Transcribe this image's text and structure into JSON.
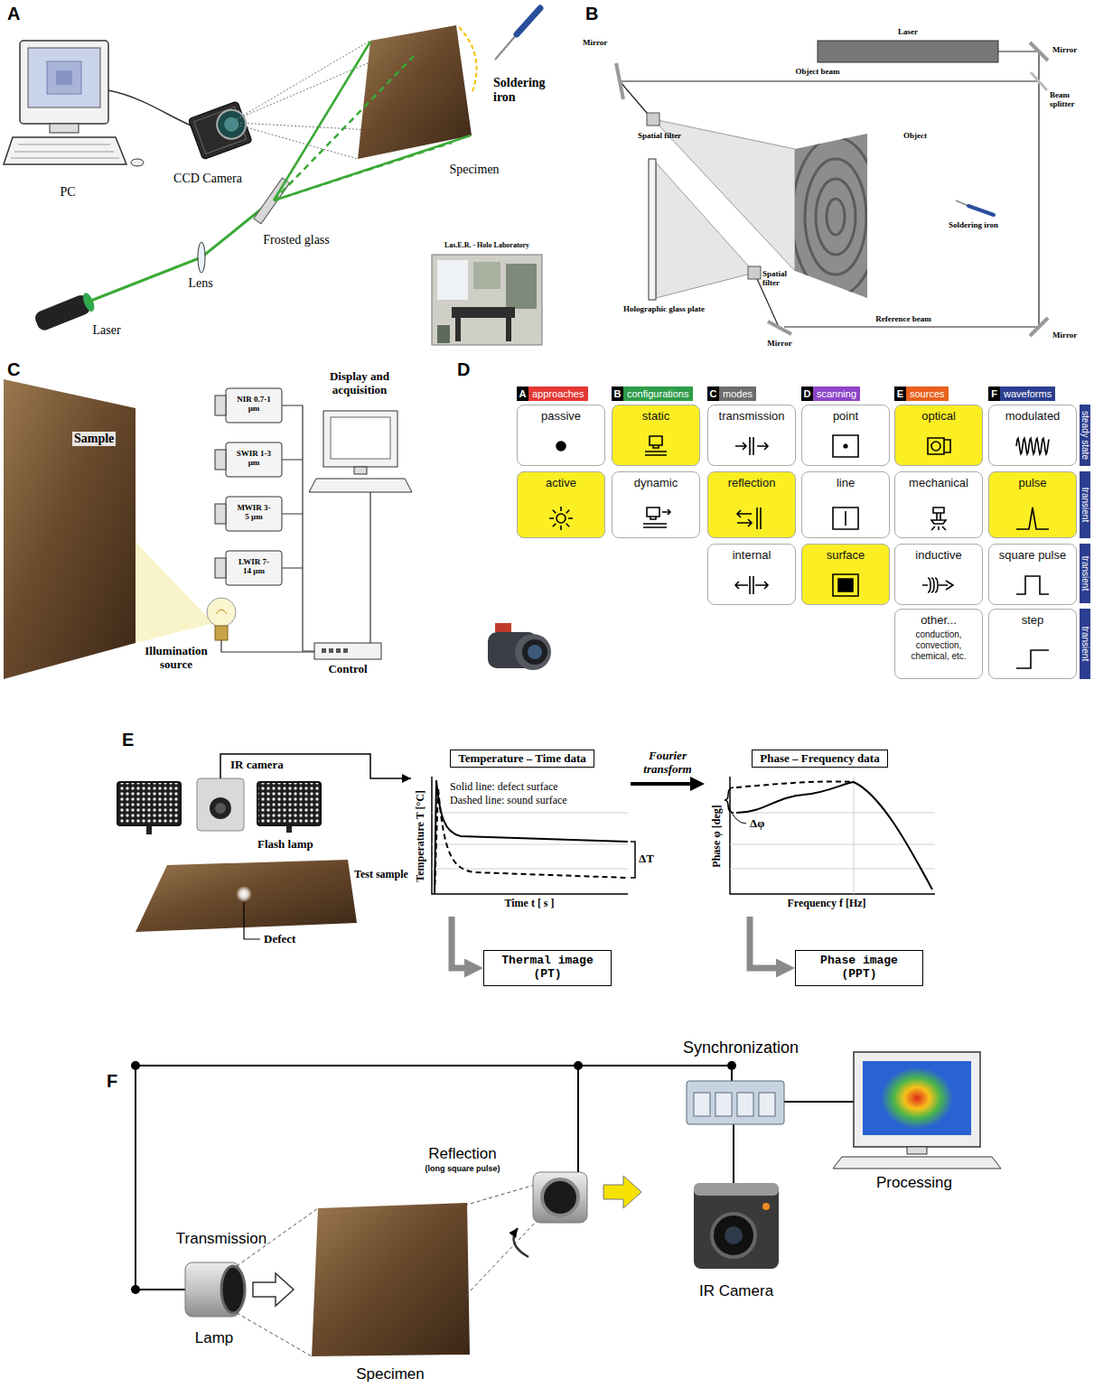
{
  "diagram": {
    "nodes": [
      {
        "text": [
          "A",
          "approaches"
        ]
      },
      {
        "text": [
          "B",
          "configurations"
        ]
      },
      {
        "text": [
          "C",
          "modes"
        ]
      },
      {
        "text": [
          "D",
          "scanning"
        ]
      },
      {
        "text": [
          "E",
          "sources"
        ]
      },
      {
        "text": [
          "F",
          "waveforms"
        ]
      },
      {
        "text": [
          "passive"
        ]
      },
      {
        "text": [
          "static"
        ]
      },
      {
        "text": [
          "transmission"
        ]
      },
      {
        "text": [
          "point"
        ]
      },
      {
        "text": [
          "optical"
        ]
      },
      {
        "text": [
          "modulated"
        ]
      },
      {
        "text": [
          "steady state"
        ]
      },
      {
        "text": [
          "active"
        ]
      },
      {
        "text": [
          "dynamic"
        ]
      },
      {
        "text": [
          "reflection"
        ]
      },
      {
        "text": [
          "line"
        ]
      },
      {
        "text": [
          "mechanical"
        ]
      },
      {
        "text": [
          "pulse"
        ]
      },
      {
        "text": [
          "transient"
        ]
      },
      {
        "text": [
          "internal"
        ]
      },
      {
        "text": [
          "surface"
        ]
      },
      {
        "text": [
          "inductive"
        ]
      },
      {
        "text": [
          "square pulse"
        ]
      },
      {
        "text": [
          "transient"
        ]
      },
      {
        "text": [
          "other...",
          "conduction, convection, chemical, etc."
        ]
      },
      {
        "text": [
          "step"
        ]
      },
      {
        "text": [
          "transient"
        ]
      },
      {
        "text": [
          "Temperature – Time data",
          "Solid line: defect surface",
          "Dashed line: sound surface"
        ]
      },
      {
        "text": [
          "Phase – Frequency data"
        ]
      },
      {
        "text": [
          "Thermal image (PT)"
        ]
      },
      {
        "text": [
          "Phase image (PPT)"
        ]
      }
    ],
    "edges": [
      {
        "from": 28,
        "to": 29,
        "arrow": "to",
        "label": "Fourier transform"
      },
      {
        "from": 28,
        "to": 30,
        "arrow": "to"
      },
      {
        "from": 29,
        "to": 31,
        "arrow": "to"
      }
    ],
    "labels": [
      "A",
      "PC",
      "CCD Camera",
      "Frosted glass",
      "Lens",
      "Laser",
      "Specimen",
      "Soldering iron",
      "Las.E.R. - Holo Laboratory",
      "B",
      "Laser",
      "Mirror",
      "Object beam",
      "Mirror",
      "Beam splitter",
      "Spatial filter",
      "Object",
      "Soldering iron",
      "Holographic glass plate",
      "Spatial filter",
      "Mirror",
      "Reference beam",
      "Mirror",
      "C",
      "Sample",
      "NIR 0.7-1 µm",
      "SWIR 1-3 µm",
      "MWIR 3-5 µm",
      "LWIR 7-14 µm",
      "Display and acquisition",
      "Illumination source",
      "Control",
      "D",
      "E",
      "IR camera",
      "Flash lamp",
      "Test sample",
      "Defect",
      "Temperature T [°C]",
      "Time t [ s ]",
      "ΔT",
      "Phase φ [deg]",
      "Frequency f [Hz]",
      "Δφ",
      "F",
      "Synchronization",
      "Reflection",
      "(long square pulse)",
      "Transmission",
      "Specimen",
      "Lamp",
      "IR Camera",
      "Processing"
    ]
  }
}
